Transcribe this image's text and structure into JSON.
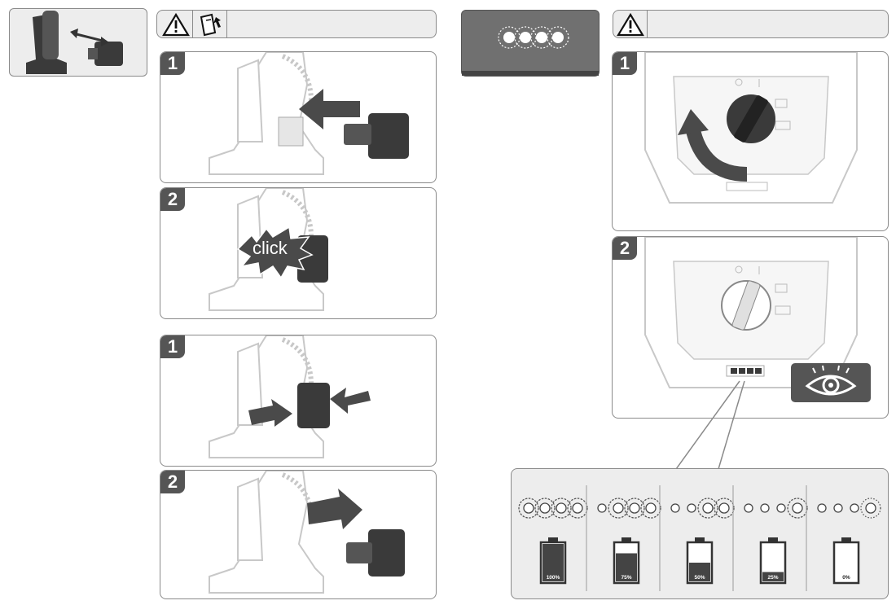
{
  "left_section": {
    "steps_insert": [
      {
        "number": "1"
      },
      {
        "number": "2"
      }
    ],
    "click_label": "click",
    "steps_remove": [
      {
        "number": "1"
      },
      {
        "number": "2"
      }
    ]
  },
  "right_section": {
    "steps": [
      {
        "number": "1"
      },
      {
        "number": "2"
      }
    ],
    "battery_levels": [
      {
        "label": "100%",
        "level": 1.0,
        "lit": 4
      },
      {
        "label": "75%",
        "level": 0.75,
        "lit": 3
      },
      {
        "label": "50%",
        "level": 0.5,
        "lit": 2
      },
      {
        "label": "25%",
        "level": 0.25,
        "lit": 1
      },
      {
        "label": "0%",
        "level": 0.0,
        "lit": 1,
        "blinking": true
      }
    ]
  },
  "icons": {
    "warning": "warning-triangle-icon",
    "manual": "read-manual-icon",
    "eye": "eye-icon",
    "led": "led-icon",
    "arrow": "arrow-icon"
  },
  "colors": {
    "dark_part": "#3a3a3a",
    "arrow": "#4a4a4a",
    "panel_border": "#8a8a8a",
    "header_bg": "#ededed"
  }
}
